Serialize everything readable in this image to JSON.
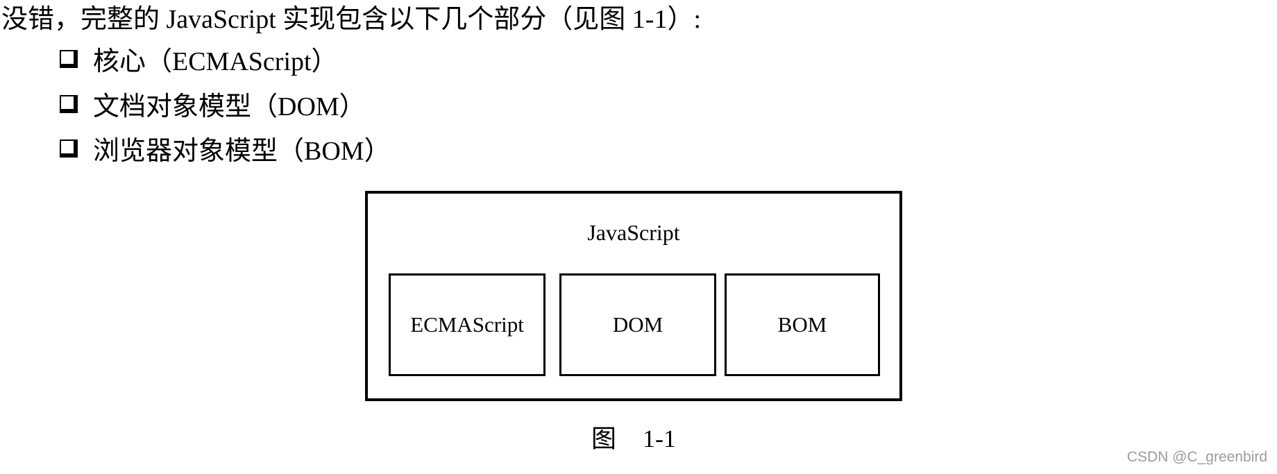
{
  "intro": {
    "text": "没错，完整的 JavaScript 实现包含以下几个部分（见图 1-1）:"
  },
  "list": {
    "items": [
      {
        "label": "核心（ECMAScript）"
      },
      {
        "label": "文档对象模型（DOM）"
      },
      {
        "label": "浏览器对象模型（BOM）"
      }
    ]
  },
  "diagram": {
    "container_label": "JavaScript",
    "boxes": [
      {
        "label": "ECMAScript"
      },
      {
        "label": "DOM"
      },
      {
        "label": "BOM"
      }
    ]
  },
  "caption": {
    "label": "图",
    "number": "1-1"
  },
  "watermark": {
    "text": "CSDN @C_greenbird"
  },
  "colors": {
    "text": "#000000",
    "border": "#000000",
    "background": "#ffffff",
    "watermark": "#9b9b9b"
  }
}
